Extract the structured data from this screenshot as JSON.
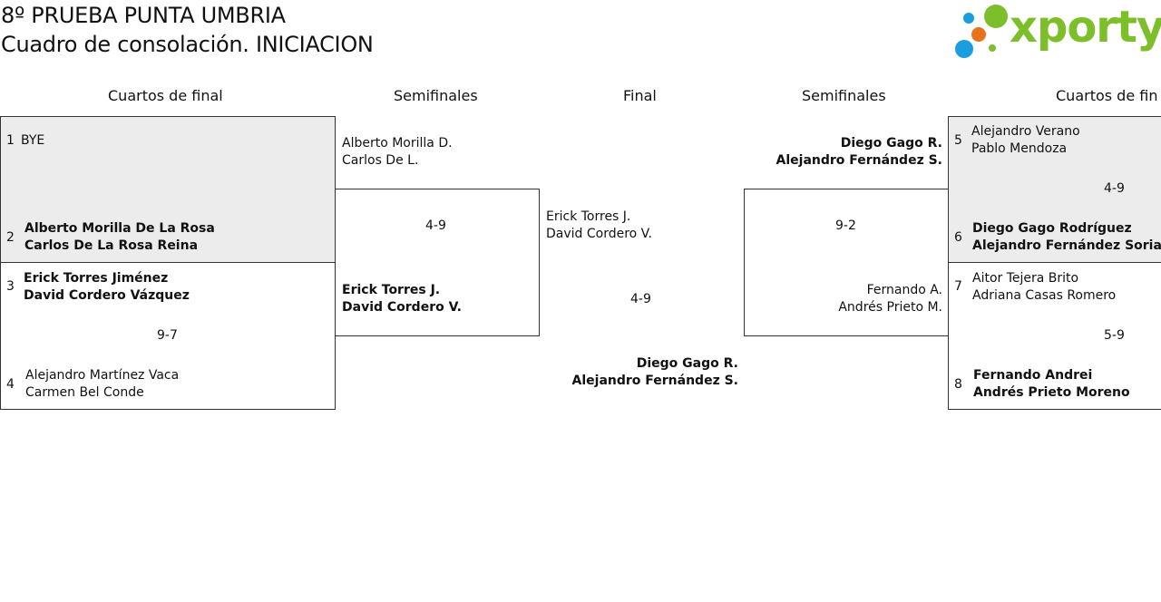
{
  "header": {
    "title_line1": "8º PRUEBA PUNTA UMBRIA",
    "title_line2": "Cuadro de consolación. INICIACION",
    "logo_text": "xporty"
  },
  "columns": {
    "left_qf": "Cuartos de final",
    "left_sf": "Semifinales",
    "final": "Final",
    "right_sf": "Semifinales",
    "right_qf": "Cuartos de fin"
  },
  "left_qf": {
    "m1": {
      "seed1": "1",
      "p1_line1": "BYE",
      "seed2": "2",
      "p2_line1": "Alberto Morilla De La Rosa",
      "p2_line2": "Carlos De La Rosa Reina"
    },
    "m2": {
      "seed1": "3",
      "p1_line1": "Erick Torres Jiménez",
      "p1_line2": "David Cordero Vázquez",
      "score": "9-7",
      "seed2": "4",
      "p2_line1": "Alejandro Martínez Vaca",
      "p2_line2": "Carmen Bel Conde"
    }
  },
  "left_sf": {
    "p1_line1": "Alberto Morilla D.",
    "p1_line2": "Carlos De L.",
    "score": "4-9",
    "p2_line1": "Erick Torres J.",
    "p2_line2": "David Cordero V."
  },
  "final": {
    "p1_line1": "Erick Torres J.",
    "p1_line2": "David Cordero V.",
    "score": "4-9",
    "p2_line1": "Diego Gago R.",
    "p2_line2": "Alejandro Fernández S."
  },
  "right_sf": {
    "p1_line1": "Diego Gago R.",
    "p1_line2": "Alejandro Fernández S.",
    "score": "9-2",
    "p2_line1": "Fernando A.",
    "p2_line2": "Andrés Prieto M."
  },
  "right_qf": {
    "m1": {
      "seed1": "5",
      "p1_line1": "Alejandro Verano",
      "p1_line2": "Pablo Mendoza",
      "score": "4-9",
      "seed2": "6",
      "p2_line1": "Diego Gago Rodríguez",
      "p2_line2": "Alejandro Fernández Soria"
    },
    "m2": {
      "seed1": "7",
      "p1_line1": "Aitor Tejera Brito",
      "p1_line2": "Adriana Casas Romero",
      "score": "5-9",
      "seed2": "8",
      "p2_line1": "Fernando Andrei",
      "p2_line2": "Andrés Prieto Moreno"
    }
  },
  "colors": {
    "logo_green": "#7cbf2a",
    "logo_blue": "#1a9ee0",
    "logo_orange": "#e8731c",
    "bye_bg": "#ececec"
  }
}
